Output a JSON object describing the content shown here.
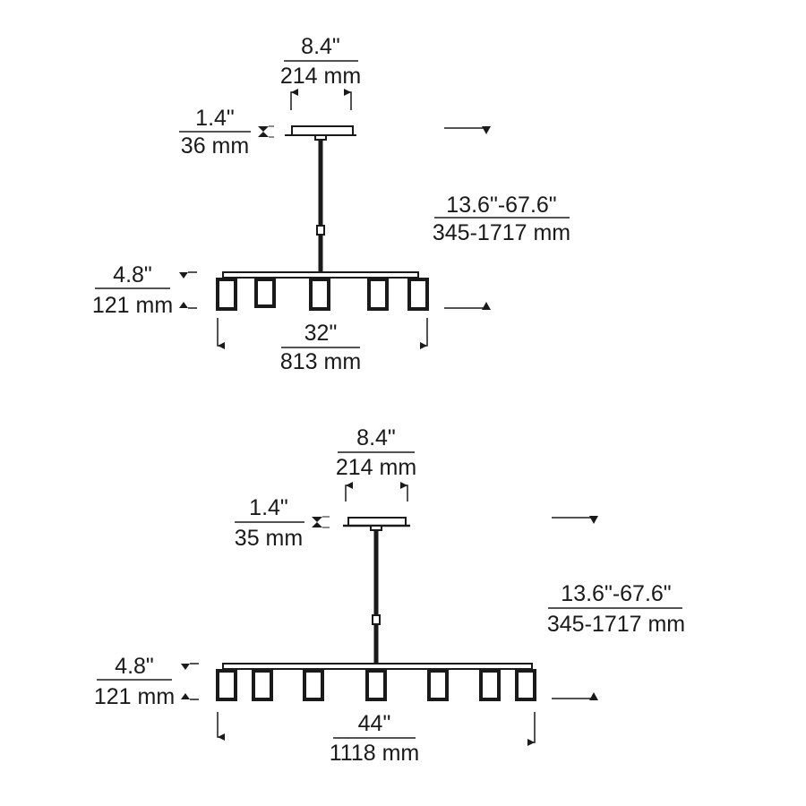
{
  "figures": [
    {
      "canopy_width": {
        "in": "8.4\"",
        "mm": "214 mm"
      },
      "canopy_height": {
        "in": "1.4\"",
        "mm": "36 mm"
      },
      "overall_height": {
        "in": "13.6\"-67.6\"",
        "mm": "345-1717 mm"
      },
      "shade_height": {
        "in": "4.8\"",
        "mm": "121 mm"
      },
      "fixture_width": {
        "in": "32\"",
        "mm": "813 mm"
      }
    },
    {
      "canopy_width": {
        "in": "8.4\"",
        "mm": "214 mm"
      },
      "canopy_height": {
        "in": "1.4\"",
        "mm": "35 mm"
      },
      "overall_height": {
        "in": "13.6\"-67.6\"",
        "mm": "345-1717 mm"
      },
      "shade_height": {
        "in": "4.8\"",
        "mm": "121 mm"
      },
      "fixture_width": {
        "in": "44\"",
        "mm": "1118 mm"
      }
    }
  ],
  "colors": {
    "line": "#1a1a1a",
    "background": "#ffffff"
  }
}
